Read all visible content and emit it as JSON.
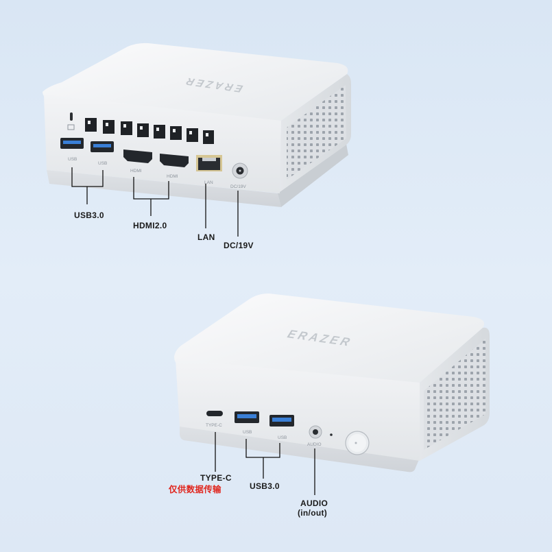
{
  "top_device": {
    "brand": "ERAZER",
    "port_labels": {
      "usb_a": "USB",
      "usb_b": "USB",
      "hdmi_a": "HDMI",
      "hdmi_b": "HDMI",
      "lan": "LAN",
      "dc": "DC/19V"
    },
    "callouts": {
      "usb": "USB3.0",
      "hdmi": "HDMI2.0",
      "lan": "LAN",
      "dc": "DC/19V"
    }
  },
  "bottom_device": {
    "brand": "ERAZER",
    "port_labels": {
      "typec": "TYPE-C",
      "usb_a": "USB",
      "usb_b": "USB",
      "audio": "AUDIO"
    },
    "callouts": {
      "typec": "TYPE-C",
      "typec_note": "仅供数据传输",
      "usb": "USB3.0",
      "audio": "AUDIO",
      "audio_sub": "(in/out)"
    }
  },
  "colors": {
    "background": "#dce8f5",
    "chassis": "#eef0f2",
    "usb_blue": "#3a7fd6",
    "note_red": "#e0261e"
  }
}
